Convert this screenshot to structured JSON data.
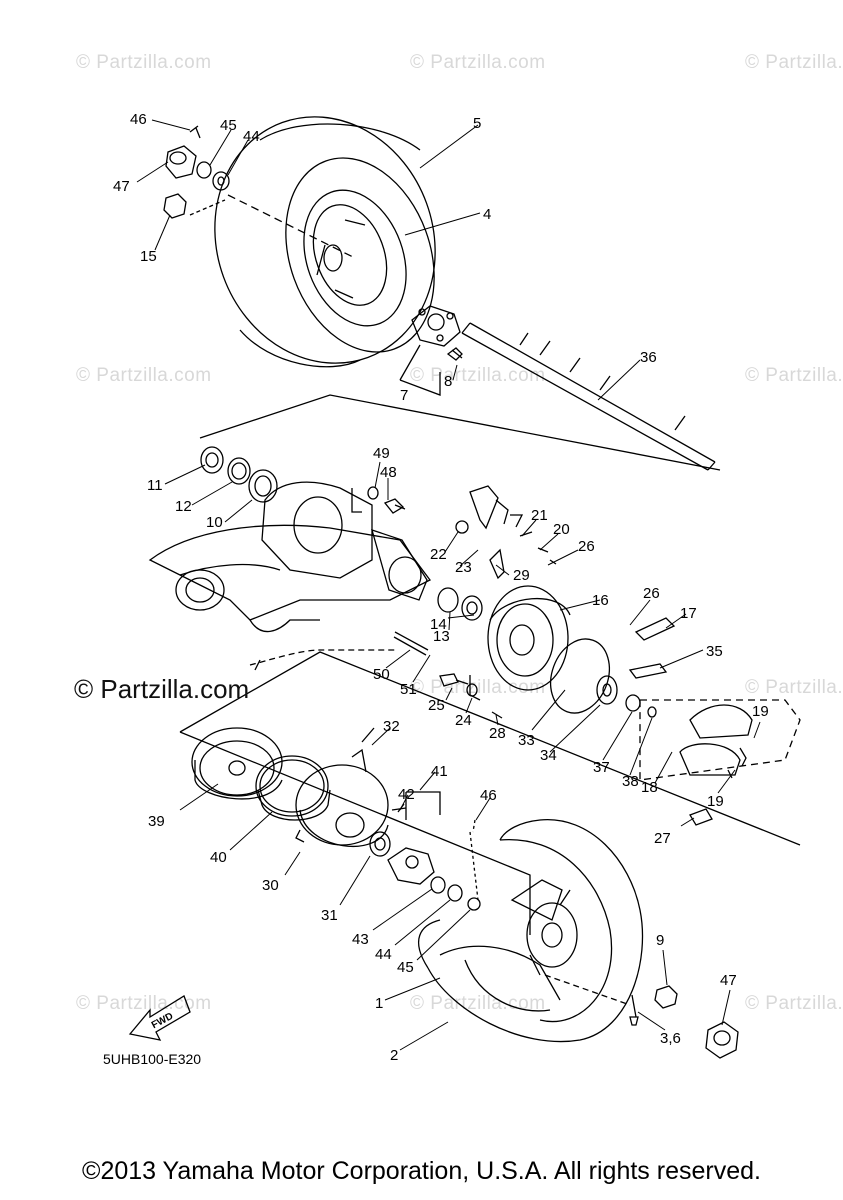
{
  "watermark": "© Partzilla.com",
  "watermark_main": "© Partzilla.com",
  "diagram_code": "5UHB100-E320",
  "fwd_label": "FWD",
  "copyright": "©2013 Yamaha Motor Corporation, U.S.A. All rights reserved.",
  "callouts": {
    "c46a": "46",
    "c45a": "45",
    "c44a": "44",
    "c47a": "47",
    "c15": "15",
    "c5": "5",
    "c4": "4",
    "c8": "8",
    "c7": "7",
    "c36": "36",
    "c11": "11",
    "c12": "12",
    "c10": "10",
    "c49": "49",
    "c48": "48",
    "c21": "21",
    "c20": "20",
    "c22": "22",
    "c23": "23",
    "c29": "29",
    "c26a": "26",
    "c16": "16",
    "c26b": "26",
    "c17": "17",
    "c14": "14",
    "c13": "13",
    "c50": "50",
    "c51": "51",
    "c25": "25",
    "c24": "24",
    "c28": "28",
    "c33": "33",
    "c34": "34",
    "c35": "35",
    "c37": "37",
    "c38": "38",
    "c19a": "19",
    "c19b": "19",
    "c18": "18",
    "c27": "27",
    "c32": "32",
    "c41": "41",
    "c42": "42",
    "c46b": "46",
    "c39": "39",
    "c40": "40",
    "c30": "30",
    "c31": "31",
    "c43": "43",
    "c44b": "44",
    "c45b": "45",
    "c9": "9",
    "c47b": "47",
    "c1": "1",
    "c2": "2",
    "c36b": "3,6"
  }
}
